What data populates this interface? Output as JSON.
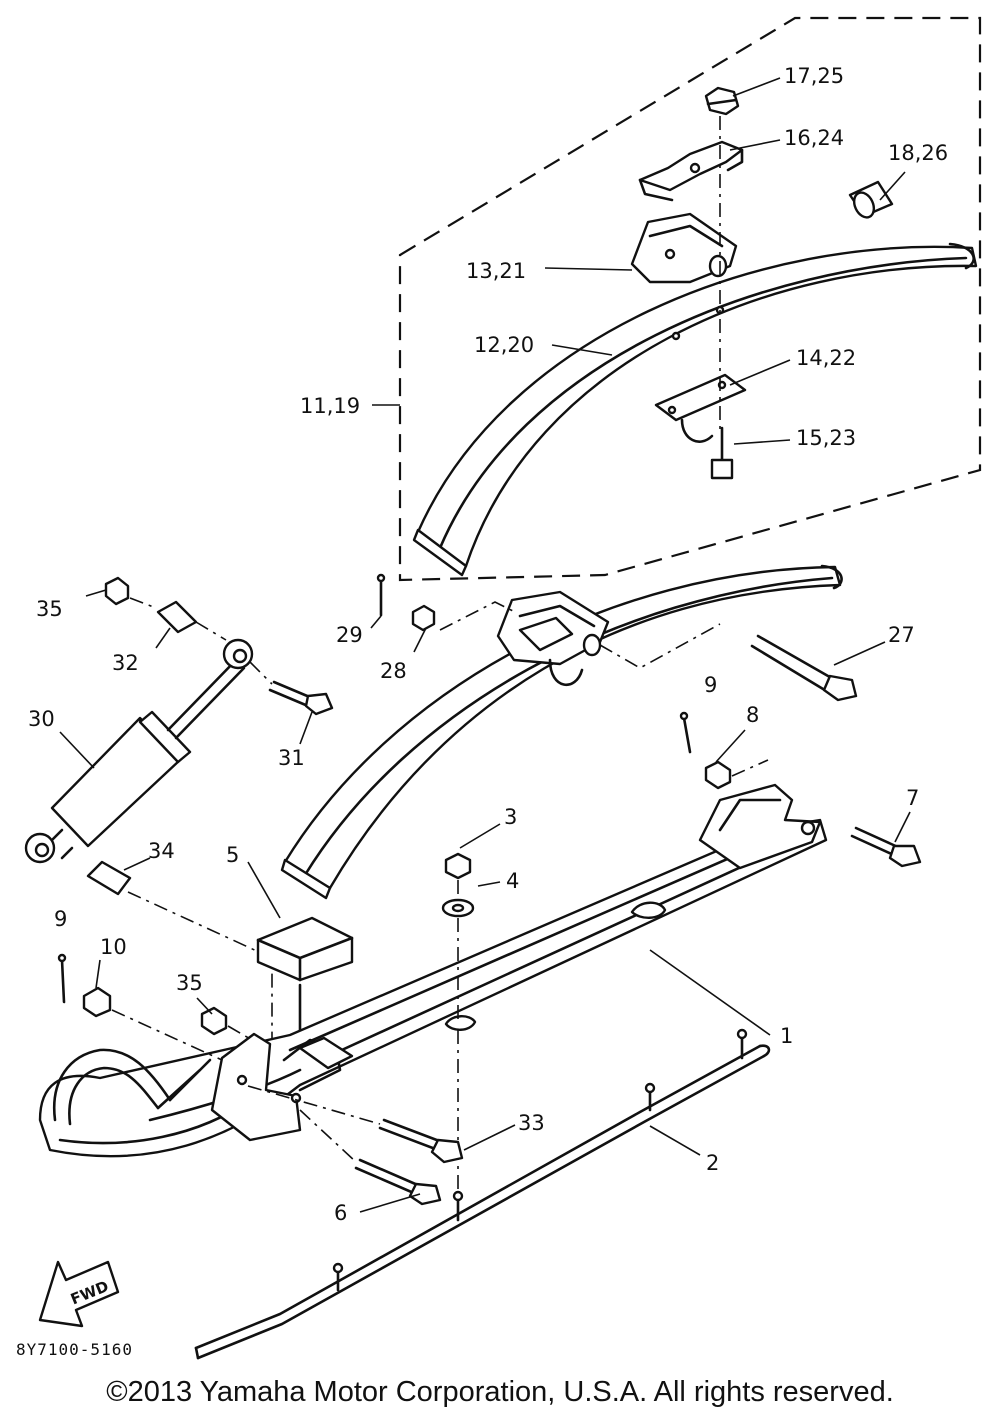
{
  "diagram": {
    "part_code": "8Y7100-5160",
    "copyright": "©2013 Yamaha Motor Corporation, U.S.A. All rights reserved.",
    "fwd_label": "FWD",
    "callouts": {
      "c1": "1",
      "c2": "2",
      "c3": "3",
      "c4": "4",
      "c5": "5",
      "c6": "6",
      "c7": "7",
      "c8": "8",
      "c9a": "9",
      "c9b": "9",
      "c10": "10",
      "c11_19": "11,19",
      "c12_20": "12,20",
      "c13_21": "13,21",
      "c14_22": "14,22",
      "c15_23": "15,23",
      "c16_24": "16,24",
      "c17_25": "17,25",
      "c18_26": "18,26",
      "c27": "27",
      "c28": "28",
      "c29": "29",
      "c30": "30",
      "c31": "31",
      "c32": "32",
      "c33": "33",
      "c34": "34",
      "c35a": "35",
      "c35b": "35"
    }
  }
}
